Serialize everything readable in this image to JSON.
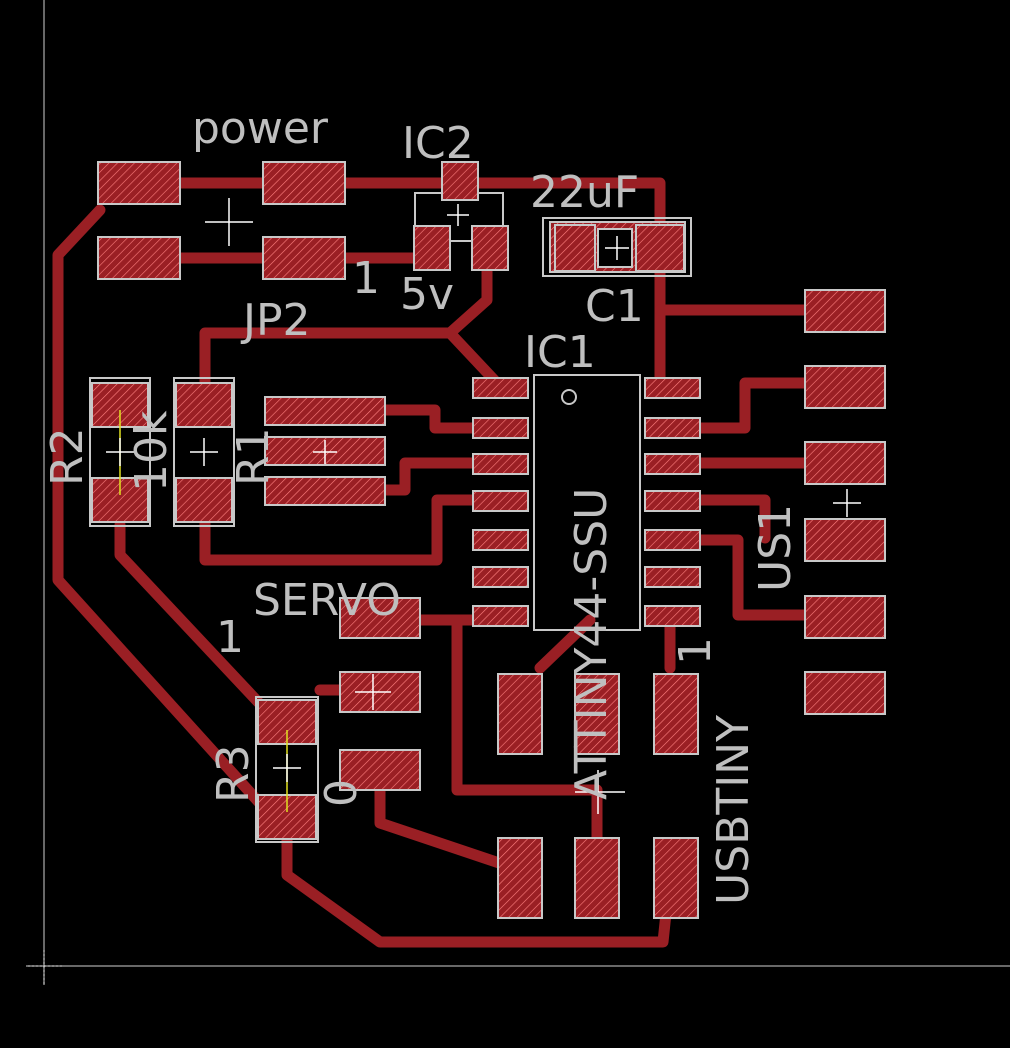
{
  "colors": {
    "background": "#000000",
    "trace": "#9a1f24",
    "pad_fill": "#9a1f24",
    "pad_outline": "#c8c8c8",
    "silkscreen": "#bfbfbf",
    "origin_marker": "#e0e020"
  },
  "icons": {
    "origin": "crosshair-icon",
    "component_origin": "plus-icon"
  },
  "labels": {
    "power": "power",
    "ic2": "IC2",
    "cap_value": "22uF",
    "pin1_a": "1",
    "regulator_value": "5v",
    "c1": "C1",
    "jp2": "JP2",
    "ic1": "IC1",
    "r2": "R2",
    "r2_value": "10k",
    "r1": "R1",
    "servo": "SERVO",
    "pin1_b": "1",
    "ic1_value": "ATTINY44-SSU",
    "pin1_c": "1",
    "usbtiny": "USBTINY",
    "us1": "US1",
    "r3": "R3",
    "r3_value": "0"
  }
}
